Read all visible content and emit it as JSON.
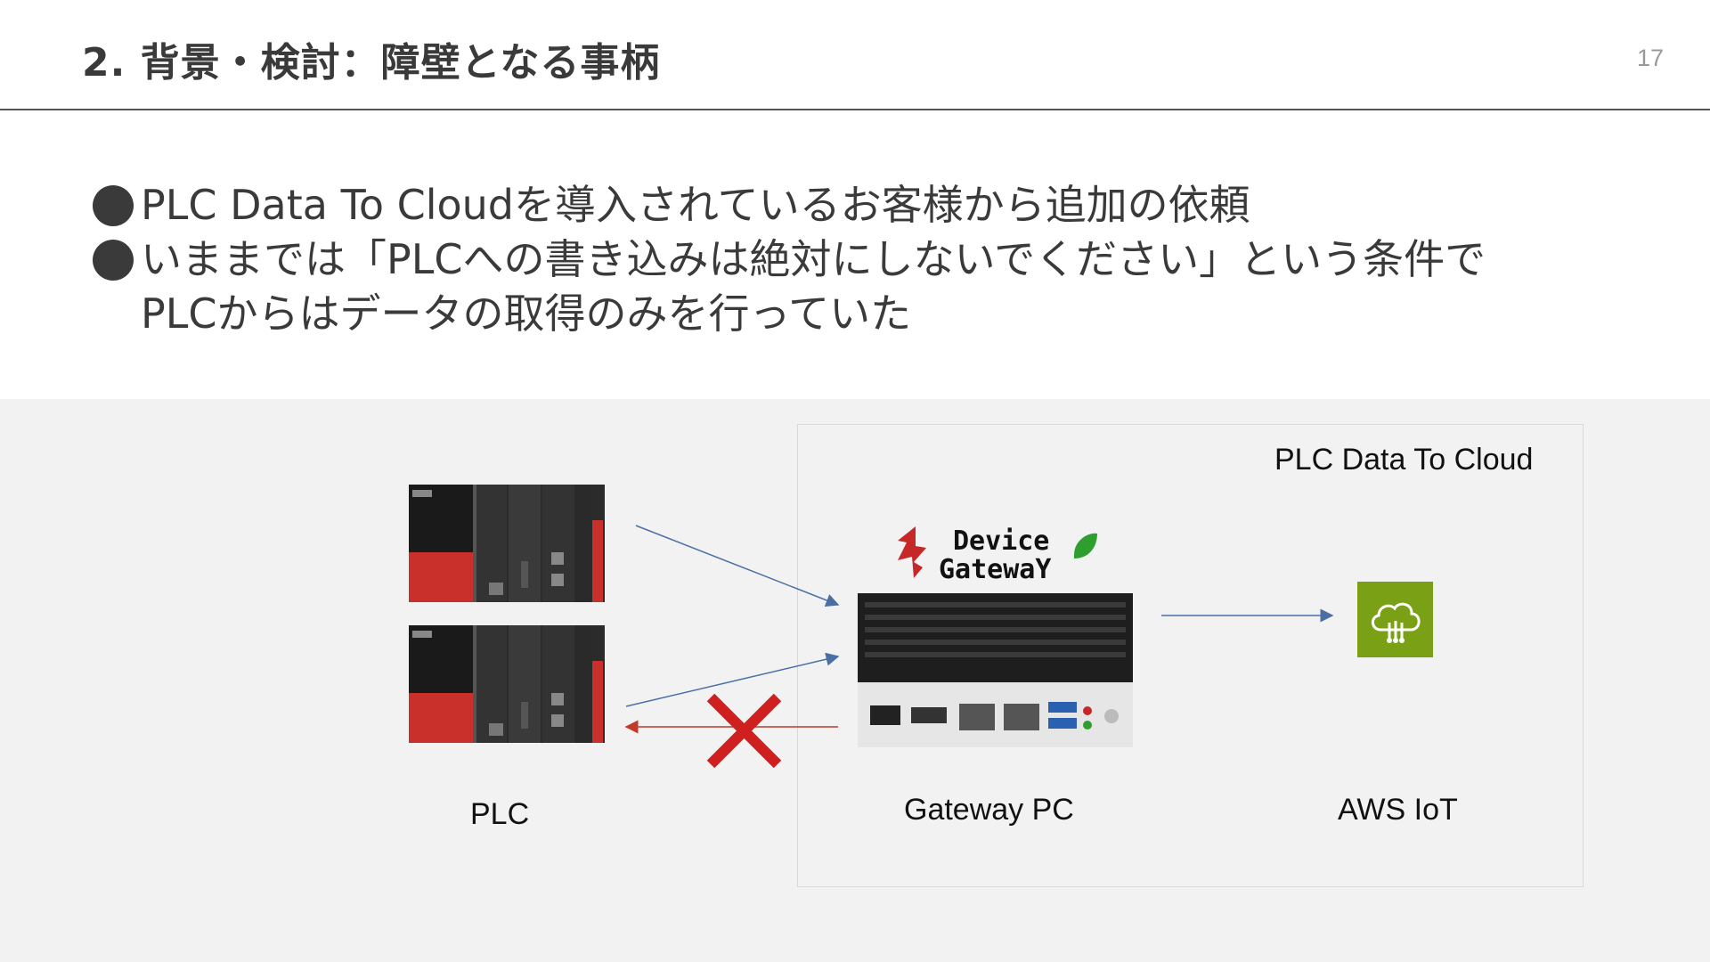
{
  "header": {
    "title": "2. 背景・検討：障壁となる事柄",
    "page_number": "17"
  },
  "bullets": [
    {
      "lines": [
        "PLC Data To Cloudを導入されているお客様から追加の依頼"
      ]
    },
    {
      "lines": [
        "いままでは「PLCへの書き込みは絶対にしないでください」という条件で",
        "PLCからはデータの取得のみを行っていた"
      ]
    }
  ],
  "diagram": {
    "group_label": "PLC Data To Cloud",
    "plc_label": "PLC",
    "gateway_label": "Gateway PC",
    "aws_label": "AWS IoT",
    "logo_text": [
      "Device",
      "GatewaY"
    ]
  },
  "colors": {
    "arrow_blue": "#4a6fa5",
    "arrow_red": "#c0392b",
    "cross_red": "#d01f1f",
    "plc_red": "#c9302c",
    "aws_green": "#7aa116"
  }
}
